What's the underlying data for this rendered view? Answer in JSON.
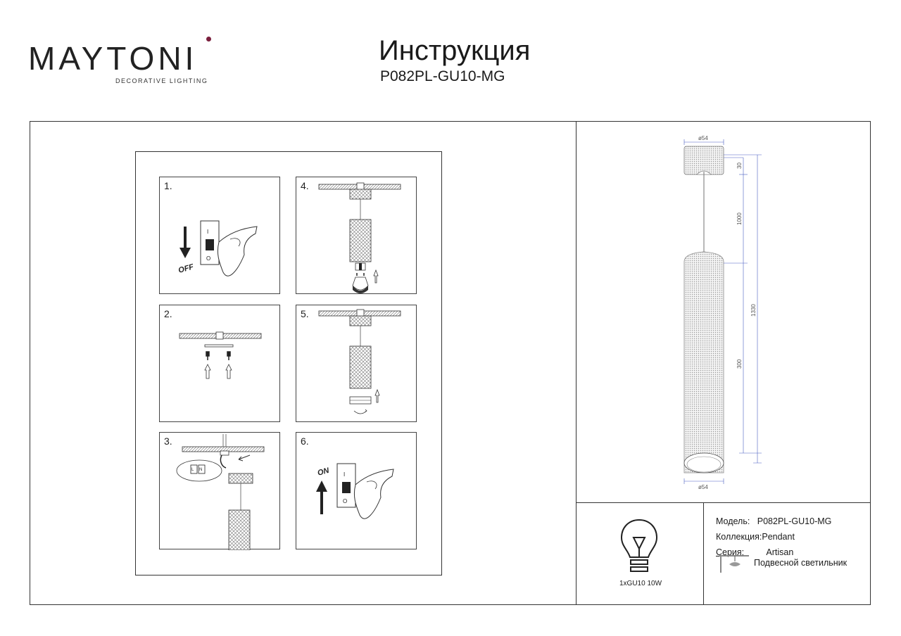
{
  "header": {
    "logo_text": "MAYTONI",
    "logo_tagline": "DECORATIVE LIGHTING",
    "title": "Инструкция",
    "model": "P082PL-GU10-MG"
  },
  "steps": [
    {
      "num": "1.",
      "label": "OFF"
    },
    {
      "num": "2."
    },
    {
      "num": "3."
    },
    {
      "num": "4."
    },
    {
      "num": "5."
    },
    {
      "num": "6.",
      "label": "ON"
    }
  ],
  "dimensions": {
    "top_diameter": "ø54",
    "bottom_diameter": "ø54",
    "canopy_height": "30",
    "cable_length": "1000",
    "total_height": "1330",
    "body_height": "300"
  },
  "spec": {
    "model_label": "Модель:",
    "model_value": "P082PL-GU10-MG",
    "collection_label": "Коллекция:",
    "collection_value": "Pendant",
    "series_label": "Серия:",
    "series_value": "Artisan",
    "type_value": "Подвесной светильник",
    "lamp": "1xGU10 10W"
  },
  "colors": {
    "frame": "#333333",
    "logo_accent": "#7a1f3d",
    "dimension_line": "#4a5fc1"
  }
}
